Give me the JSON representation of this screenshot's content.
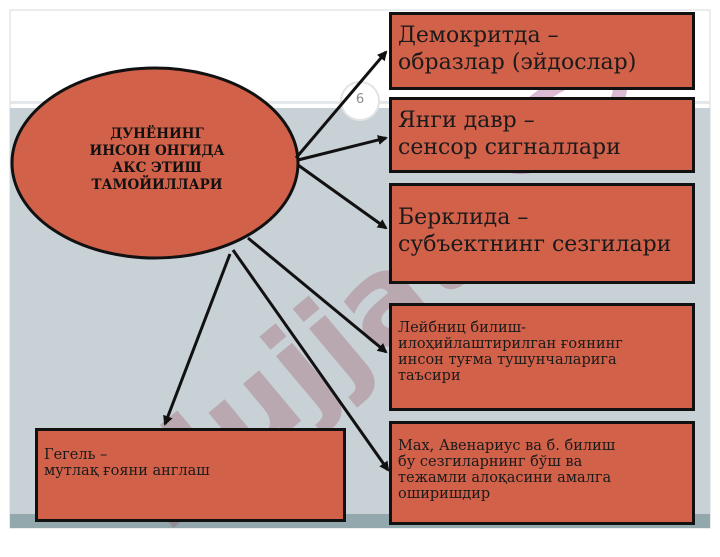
{
  "page_number": "6",
  "center": {
    "label": "ДУНЁНИНГ\nИНСОН ОНГИДА\nАКС ЭТИШ\nТАМОЙИЛЛАРИ"
  },
  "boxes": {
    "democritus": "Демокритда –\nобразлар (эйдослар)",
    "new_era": "Янги давр  –\nсенсор сигналлари",
    "berkeley": "Берклида –\nсубъектнинг сезгилари",
    "leibniz": "Лейбниц билиш-\nилоҳийлаштирилган ғоянинг\nинсон туғма тушунчаларига\nтаъсири",
    "mach": "Мах, Авенариус ва б. билиш\nбу сезгиларнинг бўш ва\nтежамли алоқасини амалга\nоширишдир",
    "hegel": "Гегель –\nмутлақ ғояни англаш"
  },
  "watermark": {
    "text": "Hujjat"
  },
  "colors": {
    "box_fill": "#d2614a",
    "border": "#111111",
    "band": "#c8d1d6",
    "footer": "#93a8ad",
    "watermark": "#963c50"
  }
}
